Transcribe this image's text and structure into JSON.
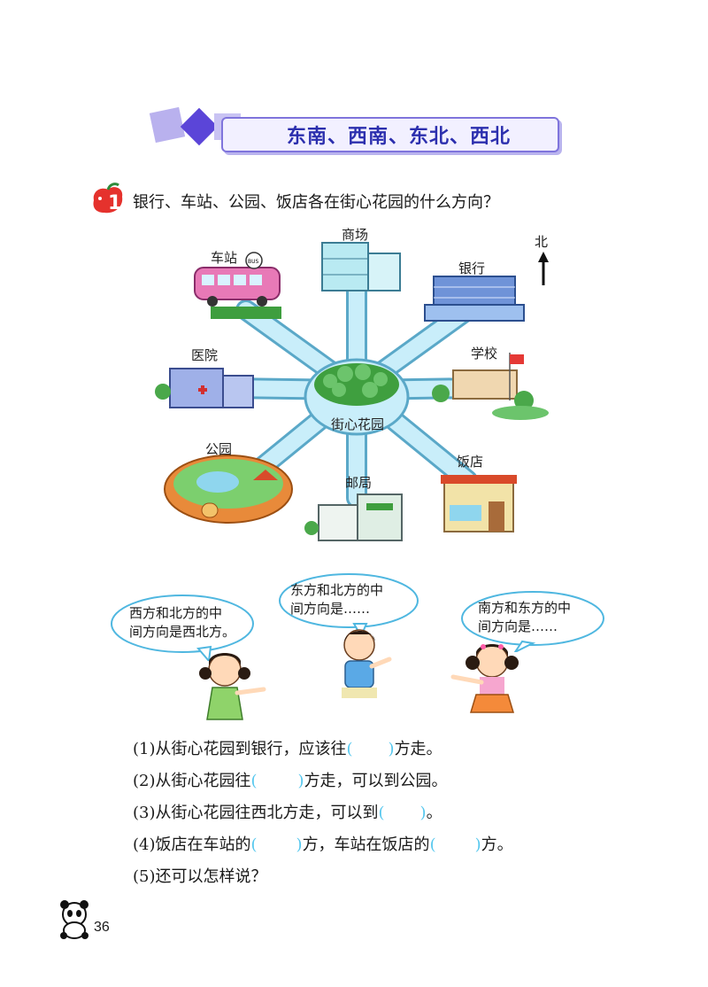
{
  "header": {
    "title": "东南、西南、东北、西北"
  },
  "question": {
    "number": "1",
    "text": "银行、车站、公园、饭店各在街心花园的什么方向？"
  },
  "map": {
    "north_label": "北",
    "center_label": "街心花园",
    "places": {
      "station": "车站",
      "mall": "商场",
      "bank": "银行",
      "hospital": "医院",
      "school": "学校",
      "park": "公园",
      "post_office": "邮局",
      "restaurant": "饭店"
    },
    "bus_sign": "BUS"
  },
  "bubbles": {
    "left": {
      "line1": "西方和北方的中",
      "line2": "间方向是西北方。"
    },
    "middle": {
      "line1": "东方和北方的中",
      "line2": "间方向是……"
    },
    "right": {
      "line1": "南方和东方的中",
      "line2": "间方向是……"
    }
  },
  "exercises": {
    "q1": {
      "before": "(1)从街心花园到银行，应该往",
      "after": "方走。"
    },
    "q2": {
      "before": "(2)从街心花园往",
      "after": "方走，可以到公园。"
    },
    "q3": {
      "before": "(3)从街心花园往西北方走，可以到",
      "after": "。"
    },
    "q4": {
      "before": "(4)饭店在车站的",
      "middle": "方，车站在饭店的",
      "after": "方。"
    },
    "q5": {
      "text": "(5)还可以怎样说？"
    },
    "open_paren": "(",
    "close_paren": ")"
  },
  "footer": {
    "page_number": "36"
  },
  "colors": {
    "title": "#2c2fae",
    "road": "#8fd6ee",
    "paren": "#55c7ee",
    "banner": "#7f74dc"
  }
}
